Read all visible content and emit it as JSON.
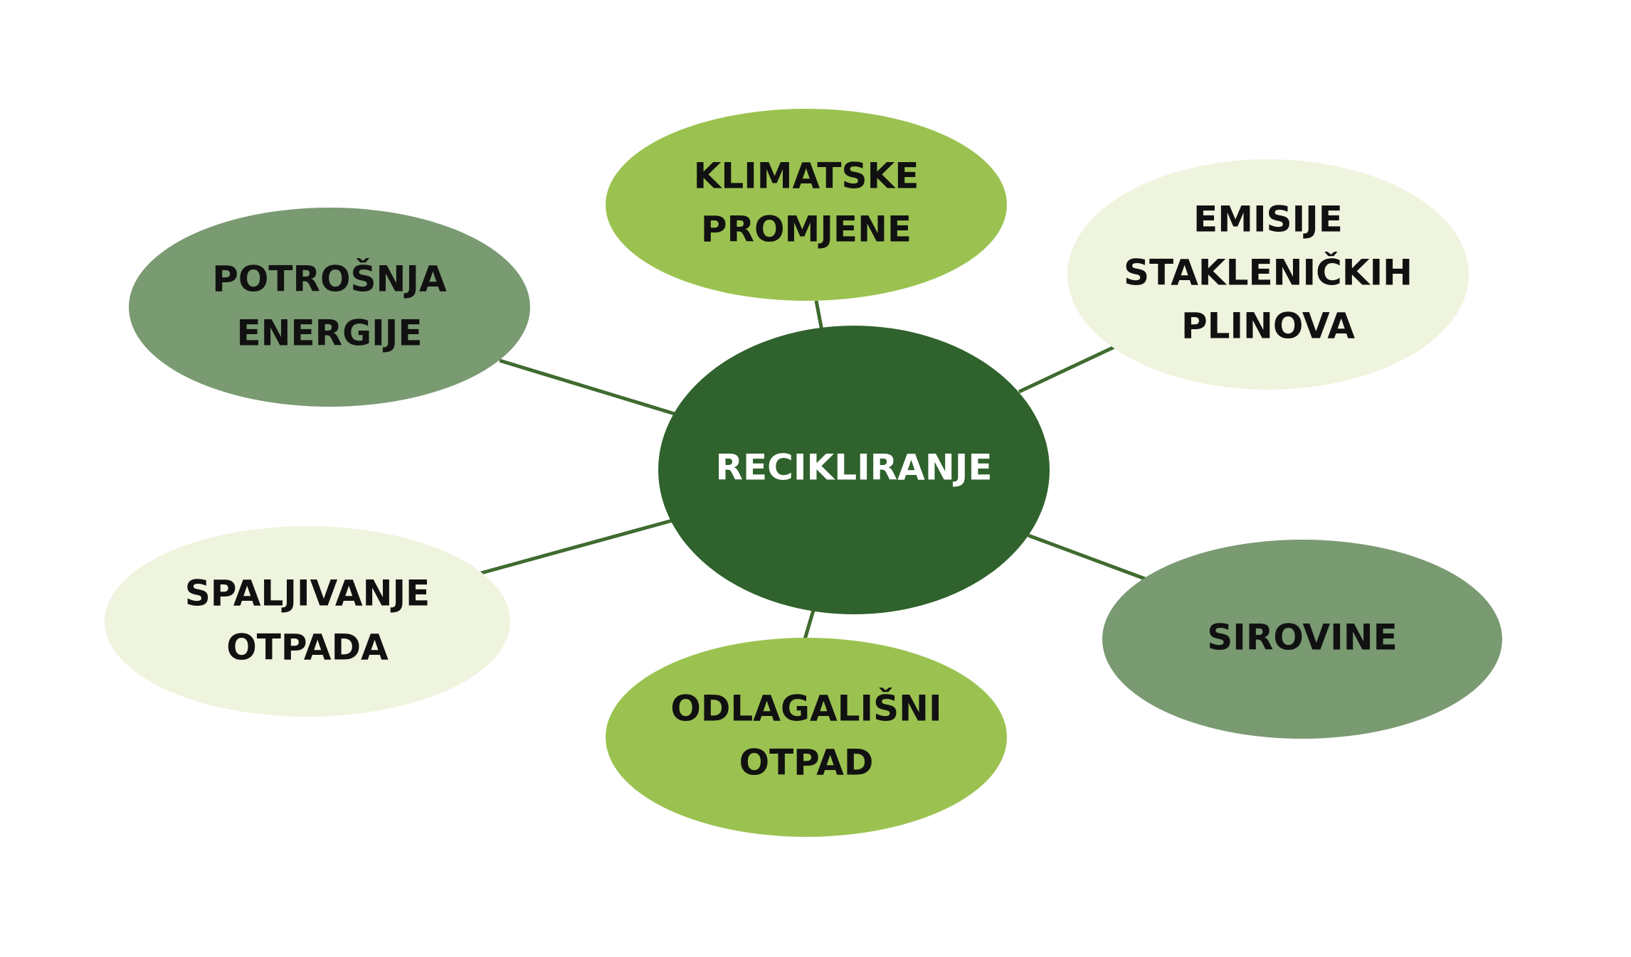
{
  "center": {
    "label": "RECIKLIRANJE",
    "color": "#2f622c"
  },
  "nodes": {
    "klimatske": {
      "lines": [
        "KLIMATSKE",
        "PROMJENE"
      ],
      "color": "#9bc250"
    },
    "emisije": {
      "lines": [
        "EMISIJE",
        "STAKLENIČKIH",
        "PLINOVA"
      ],
      "color": "#eef4de"
    },
    "potrosnja": {
      "lines": [
        "POTROŠNJA",
        "ENERGIJE"
      ],
      "color": "#7a9a72"
    },
    "spaljivanje": {
      "lines": [
        "SPALJIVANJE",
        "OTPADA"
      ],
      "color": "#eef4de"
    },
    "odlagalisni": {
      "lines": [
        "ODLAGALIŠNI",
        "OTPAD"
      ],
      "color": "#9bc250"
    },
    "sirovine": {
      "lines": [
        "SIROVINE"
      ],
      "color": "#7a9a72"
    }
  }
}
